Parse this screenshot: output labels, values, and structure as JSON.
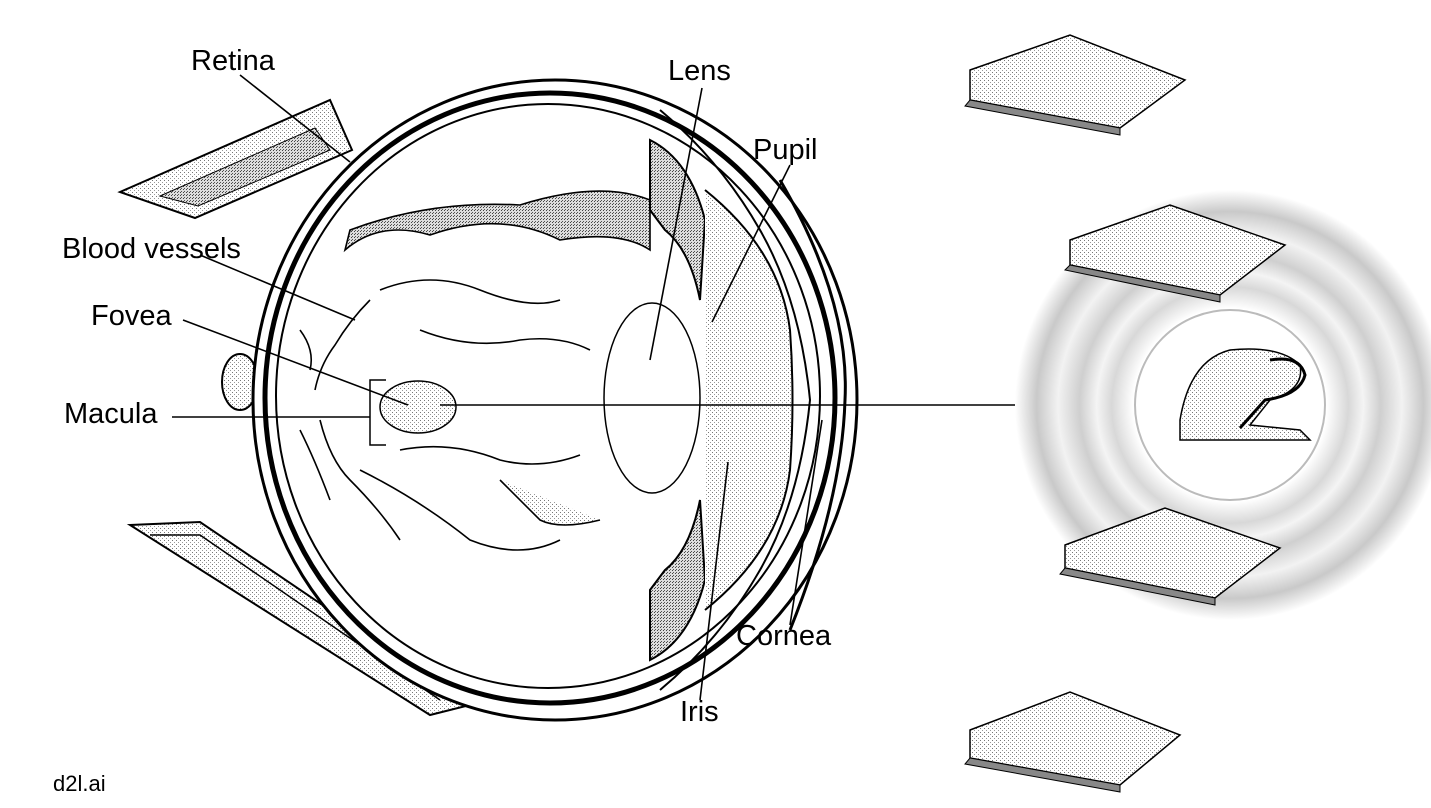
{
  "diagram": {
    "labels": {
      "retina": "Retina",
      "lens": "Lens",
      "pupil": "Pupil",
      "blood_vessels": "Blood vessels",
      "fovea": "Fovea",
      "macula": "Macula",
      "cornea": "Cornea",
      "iris": "Iris"
    },
    "credit": "d2l.ai"
  },
  "colors": {
    "ink": "#000000",
    "paper": "#ffffff",
    "stipple": "#8a8a8a"
  }
}
